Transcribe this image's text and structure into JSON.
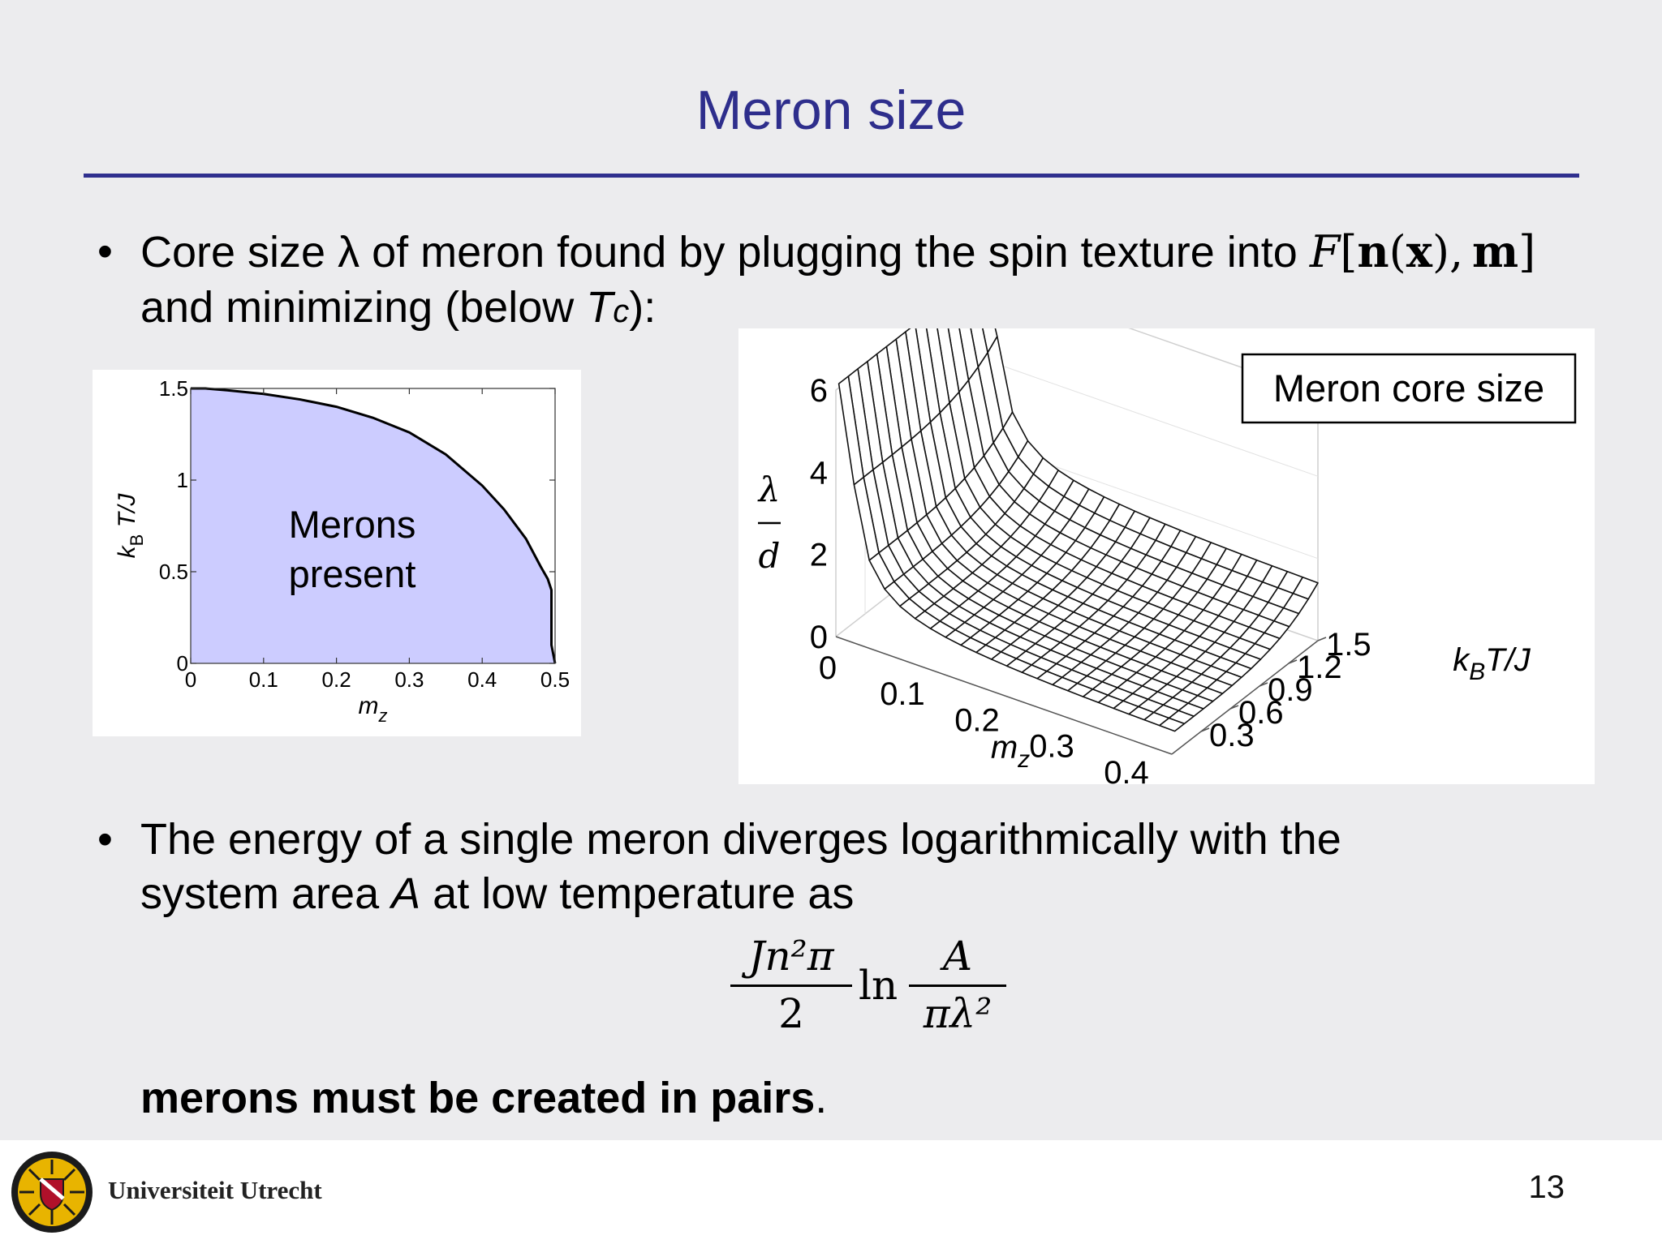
{
  "slide": {
    "title": "Meron size",
    "bullet1": {
      "marker": "•",
      "line1": "Core size λ of meron found by plugging the spin texture into",
      "formula": {
        "F": "F",
        "open": "[",
        "n": "n",
        "paren_open": "(",
        "x": "x",
        "paren_close": ")",
        "comma": ",",
        "m": "m",
        "close": "]"
      },
      "line2_prefix": "and minimizing (below",
      "line2_T": "T",
      "line2_c": "c",
      "line2_suffix": "):"
    },
    "bullet2": {
      "marker": "•",
      "line1": "The energy of a single meron diverges logarithmically with the",
      "line2_prefix": "system area",
      "line2_A": "A",
      "line2_suffix": "at low temperature as"
    },
    "energy_formula": {
      "num_left": "Jn²π",
      "den_left": "2",
      "ln": "ln",
      "num_right": "A",
      "den_right": "πλ²"
    },
    "conclusion": {
      "text": "merons must be created in pairs",
      "period": "."
    },
    "footer": {
      "university": "Universiteit Utrecht",
      "page": "13"
    }
  },
  "chart_data": [
    {
      "type": "area",
      "region_label_line1": "Merons",
      "region_label_line2": "present",
      "xlabel_main": "m",
      "xlabel_sub": "z",
      "ylabel_k": "k",
      "ylabel_sub": "B",
      "ylabel_rest": " T/J",
      "xlim": [
        0,
        0.5
      ],
      "ylim": [
        0,
        1.5
      ],
      "xticks": [
        "0",
        "0.1",
        "0.2",
        "0.3",
        "0.4",
        "0.5"
      ],
      "yticks": [
        "0",
        "0.5",
        "1",
        "1.5"
      ],
      "boundary": {
        "x": [
          0,
          0.02,
          0.05,
          0.1,
          0.15,
          0.2,
          0.25,
          0.3,
          0.35,
          0.4,
          0.43,
          0.46,
          0.48,
          0.49,
          0.495,
          0.495,
          0.5
        ],
        "y": [
          1.5,
          1.5,
          1.49,
          1.47,
          1.44,
          1.4,
          1.34,
          1.26,
          1.14,
          0.97,
          0.84,
          0.68,
          0.53,
          0.46,
          0.4,
          0.1,
          0
        ]
      },
      "fill_color": "#ccccff",
      "grid": false
    },
    {
      "type": "surface",
      "legend": "Meron core size",
      "zlabel_top": "λ",
      "zlabel_bottom": "d",
      "xlabel_main": "m",
      "xlabel_sub": "z",
      "ylabel_k": "k",
      "ylabel_sub": "B",
      "ylabel_rest": "T/J",
      "zticks": [
        "0",
        "2",
        "4",
        "6"
      ],
      "xticks": [
        "0",
        "0.1",
        "0.2",
        "0.3",
        "0.4"
      ],
      "yticks": [
        "0.3",
        "0.6",
        "0.9",
        "1.2",
        "1.5"
      ],
      "xlim": [
        0,
        0.45
      ],
      "ylim": [
        0,
        1.5
      ],
      "zlim": [
        0,
        6
      ],
      "grid": true
    }
  ]
}
